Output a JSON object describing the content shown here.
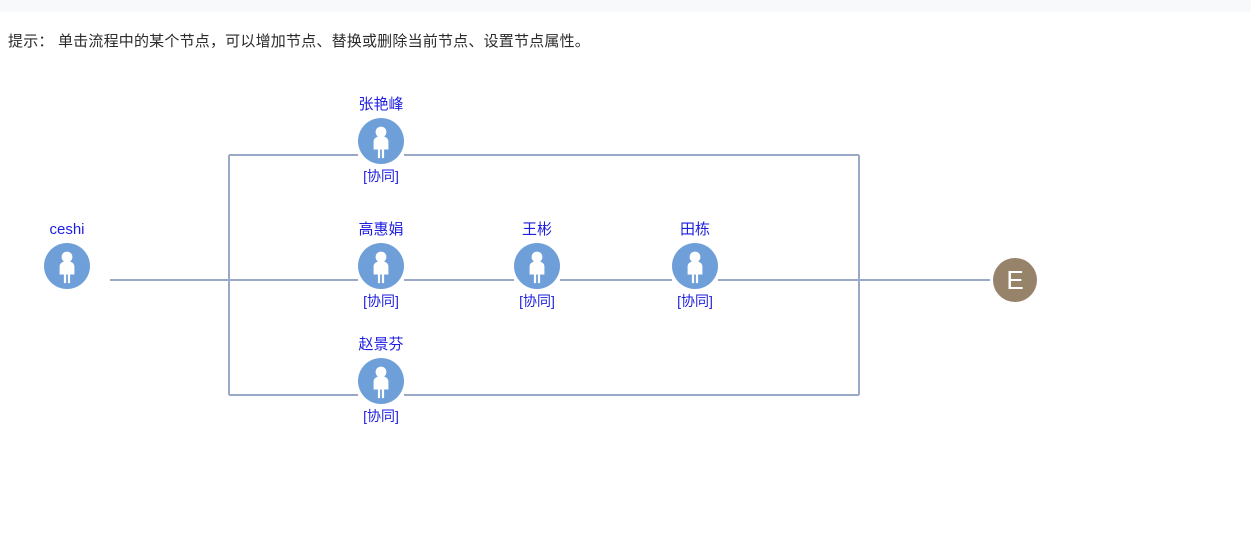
{
  "page": {
    "tip_text": "提示： 单击流程中的某个节点，可以增加节点、替换或删除当前节点、设置节点属性。",
    "background_color": "#ffffff",
    "top_strip_color": "#f8f9fa"
  },
  "theme": {
    "node_text_color": "#1d1de0",
    "avatar_fill": "#6f9fd8",
    "avatar_glyph": "#ffffff",
    "end_fill": "#97826a",
    "end_glyph": "#ffffff",
    "wire_color": "#9aa9c8",
    "tip_color": "#2b2b2b"
  },
  "flow": {
    "start_node": {
      "name": "ceshi",
      "icon": "person-avatar-icon",
      "type_label": ""
    },
    "branch_nodes": [
      {
        "name": "张艳峰",
        "type_label": "[协同]",
        "icon": "person-avatar-icon"
      },
      {
        "name": "高惠娟",
        "type_label": "[协同]",
        "icon": "person-avatar-icon"
      },
      {
        "name": "赵景芬",
        "type_label": "[协同]",
        "icon": "person-avatar-icon"
      }
    ],
    "sequence_nodes": [
      {
        "name": "王彬",
        "type_label": "[协同]",
        "icon": "person-avatar-icon"
      },
      {
        "name": "田栋",
        "type_label": "[协同]",
        "icon": "person-avatar-icon"
      }
    ],
    "end_node": {
      "label": "E",
      "icon": "end-marker-icon"
    }
  }
}
